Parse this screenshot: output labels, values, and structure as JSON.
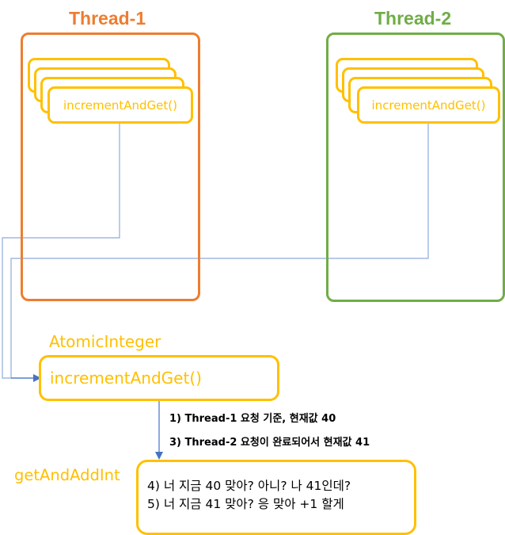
{
  "threads": [
    {
      "title": "Thread-1",
      "color": "#ED7D31",
      "method_label": "incrementAndGet()"
    },
    {
      "title": "Thread-2",
      "color": "#70AD47",
      "method_label": "incrementAndGet()"
    }
  ],
  "atomic": {
    "class_name": "AtomicInteger",
    "method_label": "incrementAndGet()",
    "accent_color": "#FFC000"
  },
  "steps": {
    "step1": "1) Thread-1 요청 기준, 현재값 40",
    "step3": "3) Thread-2 요청이 완료되어서 현재값 41"
  },
  "get_and_add": {
    "label": "getAndAddInt",
    "line4": "4) 너 지금 40 맞아? 아니? 나 41인데?",
    "line5": "5) 너 지금 41 맞아? 응 맞아 +1 할게"
  },
  "connector_color": "#8FAADC",
  "arrow_color": "#4472C4"
}
